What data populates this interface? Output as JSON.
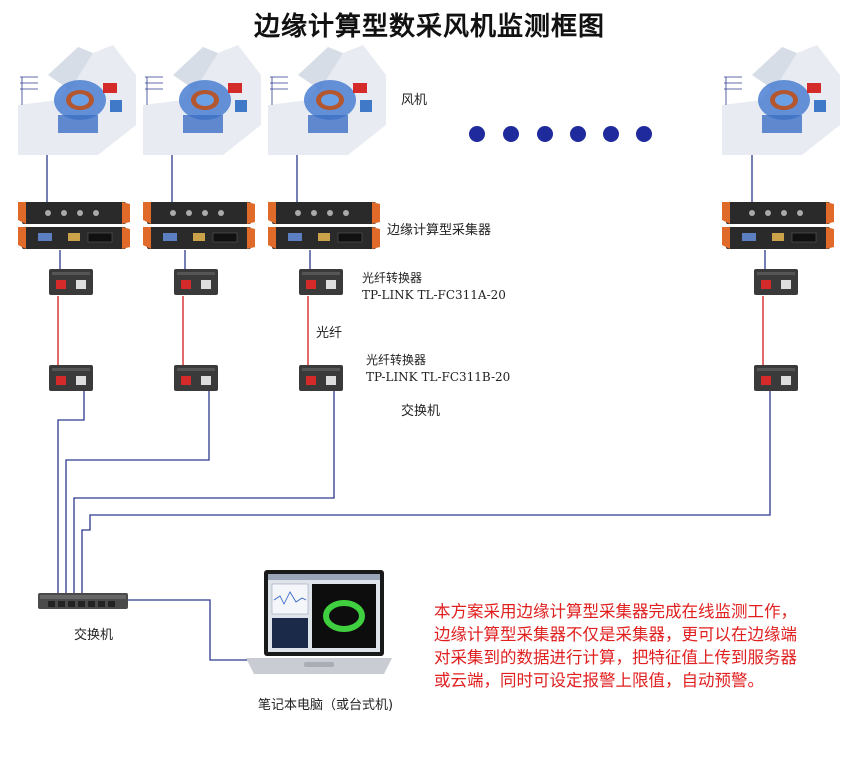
{
  "title": "边缘计算型数采风机监测框图",
  "labels": {
    "turbine": "风机",
    "collector": "边缘计算型采集器",
    "converter_a_name": "光纤转换器",
    "converter_a_model": "TP-LINK TL-FC311A-20",
    "fiber": "光纤",
    "converter_b_name": "光纤转换器",
    "converter_b_model": "TP-LINK TL-FC311B-20",
    "switch_upper": "交换机",
    "switch_lower": "交换机",
    "laptop": "笔记本电脑（或台式机)"
  },
  "description": {
    "line1": "本方案采用边缘计算型采集器完成在线监测工作，",
    "line2": "边缘计算型采集器不仅是采集器，更可以在边缘端",
    "line3": "对采集到的数据进行计算，把特征值上传到服务器",
    "line4": "或云端，同时可设定报警上限值，自动预警。"
  },
  "colors": {
    "network_line": "#2b3a8f",
    "fiber_line": "#d42a2a",
    "dots": "#1f2b9c",
    "description_text": "#e01f1f",
    "collector_accent": "#e06a2a"
  }
}
